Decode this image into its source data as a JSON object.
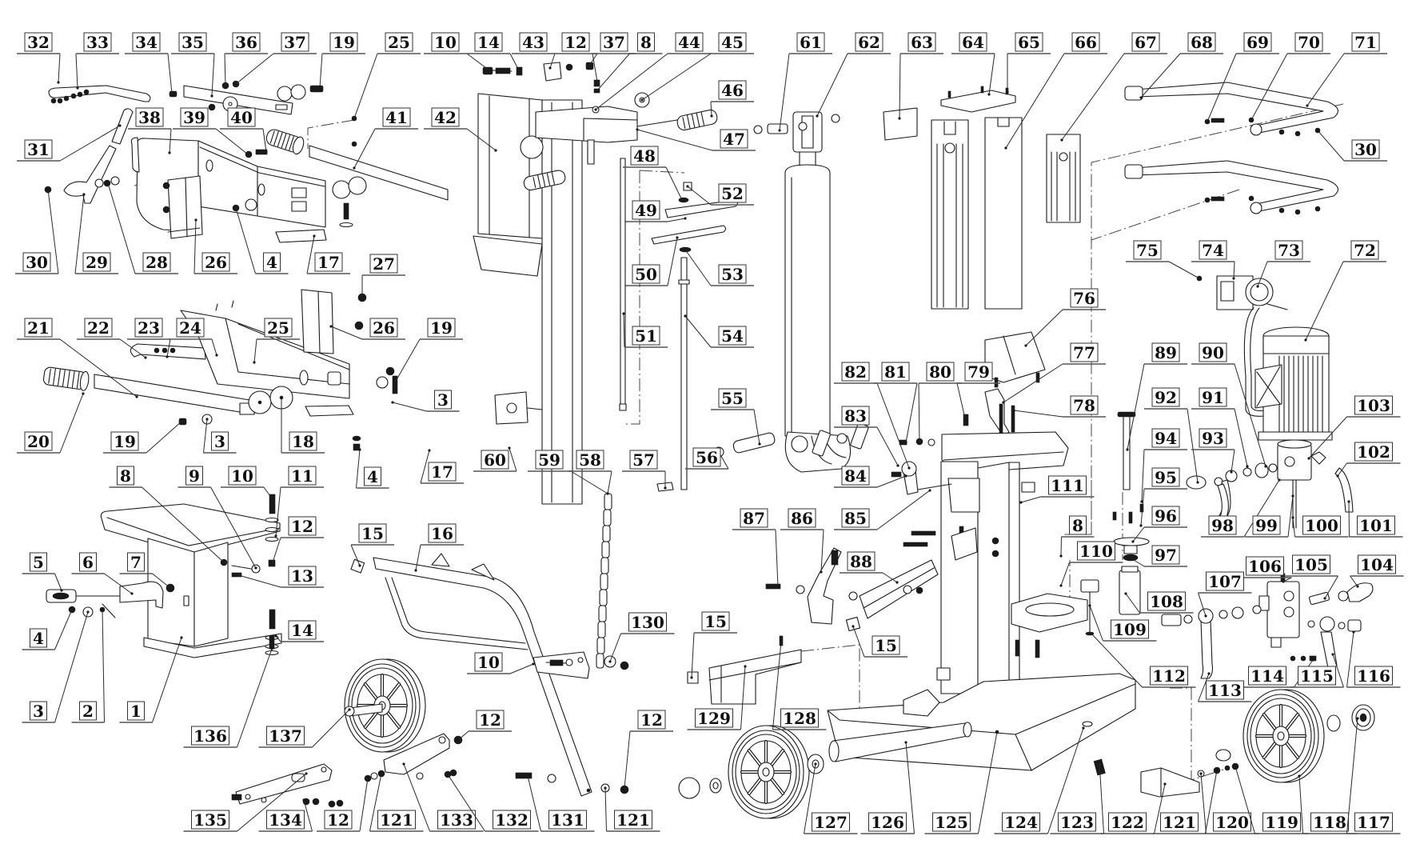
{
  "colors": {
    "line": "#1a1a1a",
    "background": "#ffffff",
    "label_border": "#333333"
  },
  "diagram": {
    "callouts": [
      "32",
      "33",
      "34",
      "35",
      "36",
      "37",
      "19",
      "25",
      "10",
      "14",
      "43",
      "12",
      "37",
      "8",
      "44",
      "45",
      "61",
      "62",
      "63",
      "64",
      "65",
      "66",
      "67",
      "68",
      "69",
      "70",
      "71",
      "38",
      "39",
      "40",
      "41",
      "42",
      "31",
      "46",
      "47",
      "30",
      "48",
      "52",
      "49",
      "30",
      "29",
      "28",
      "26",
      "4",
      "17",
      "27",
      "50",
      "53",
      "75",
      "74",
      "73",
      "72",
      "21",
      "22",
      "23",
      "24",
      "25",
      "26",
      "19",
      "51",
      "54",
      "76",
      "89",
      "90",
      "77",
      "3",
      "55",
      "82",
      "81",
      "80",
      "79",
      "92",
      "91",
      "78",
      "103",
      "83",
      "20",
      "19",
      "3",
      "18",
      "93",
      "94",
      "102",
      "56",
      "60",
      "59",
      "58",
      "57",
      "4",
      "17",
      "84",
      "95",
      "8",
      "9",
      "10",
      "11",
      "111",
      "96",
      "85",
      "87",
      "86",
      "8",
      "98",
      "99",
      "100",
      "101",
      "12",
      "15",
      "16",
      "110",
      "97",
      "88",
      "5",
      "6",
      "7",
      "106",
      "105",
      "104",
      "13",
      "107",
      "108",
      "15",
      "130",
      "109",
      "14",
      "4",
      "15",
      "10",
      "112",
      "114",
      "115",
      "116",
      "113",
      "3",
      "2",
      "1",
      "129",
      "128",
      "12",
      "12",
      "136",
      "137",
      "135",
      "134",
      "12",
      "121",
      "133",
      "132",
      "131",
      "121",
      "127",
      "126",
      "125",
      "124",
      "123",
      "122",
      "121",
      "120",
      "119",
      "118",
      "117"
    ]
  }
}
